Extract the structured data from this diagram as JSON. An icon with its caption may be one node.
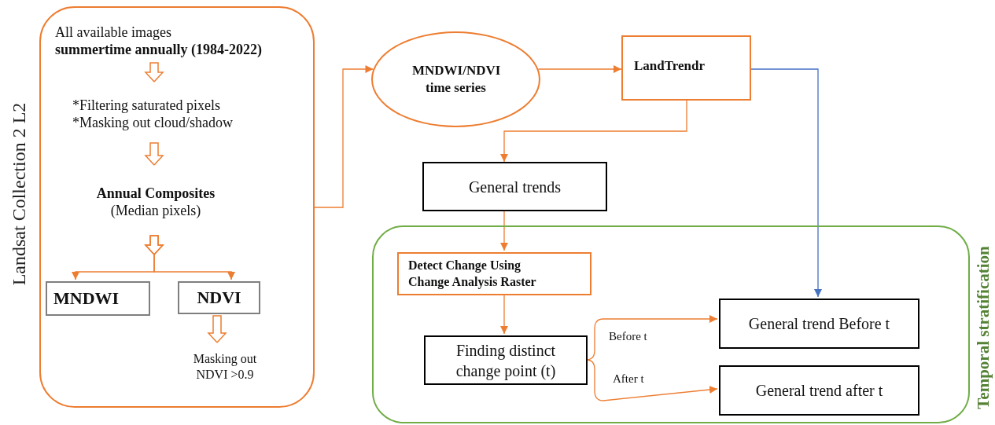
{
  "diagram": {
    "nodes": [
      {
        "text": [
          "Landsat Collection 2 L2"
        ]
      },
      {
        "text": [
          "All available images",
          "summertime annually (1984-2022)"
        ],
        "in": 0
      },
      {
        "text": [
          "*Filtering saturated pixels",
          "*Masking out cloud/shadow"
        ],
        "in": 0
      },
      {
        "text": [
          "Annual Composites",
          "(Median pixels)"
        ],
        "in": 0
      },
      {
        "text": [
          "MNDWI"
        ],
        "in": 0
      },
      {
        "text": [
          "NDVI"
        ],
        "in": 0
      },
      {
        "text": [
          "Masking out NDVI >0.9"
        ],
        "in": 0
      },
      {
        "text": [
          "MNDWI/NDVI time series"
        ]
      },
      {
        "text": [
          "LandTrendr"
        ]
      },
      {
        "text": [
          "General trends"
        ]
      },
      {
        "text": [
          "Temporal stratification"
        ]
      },
      {
        "text": [
          "Detect Change Using Change Analysis Raster"
        ],
        "in": 10
      },
      {
        "text": [
          "Finding distinct change point (t)"
        ],
        "in": 10
      },
      {
        "text": [
          "General trend Before t"
        ],
        "in": 10
      },
      {
        "text": [
          "General trend after t"
        ],
        "in": 10
      }
    ],
    "edges": [
      {
        "from": 1,
        "to": 2,
        "arrow": "to",
        "style": "thick"
      },
      {
        "from": 2,
        "to": 3,
        "arrow": "to",
        "style": "thick"
      },
      {
        "from": 3,
        "to": 4,
        "arrow": "to"
      },
      {
        "from": 3,
        "to": 5,
        "arrow": "to"
      },
      {
        "from": 5,
        "to": 6,
        "arrow": "to",
        "style": "thick"
      },
      {
        "from": 0,
        "to": 7,
        "arrow": "to"
      },
      {
        "from": 7,
        "to": 8,
        "arrow": "to"
      },
      {
        "from": 8,
        "to": 9,
        "arrow": "to"
      },
      {
        "from": 9,
        "to": 11,
        "arrow": "to"
      },
      {
        "from": 8,
        "to": 13,
        "arrow": "to",
        "color": "#4472c4"
      },
      {
        "from": 11,
        "to": 12,
        "arrow": "to"
      },
      {
        "from": 12,
        "to": 13,
        "arrow": "to",
        "label": "Before t"
      },
      {
        "from": 12,
        "to": 14,
        "arrow": "to",
        "label": "After t"
      }
    ]
  }
}
